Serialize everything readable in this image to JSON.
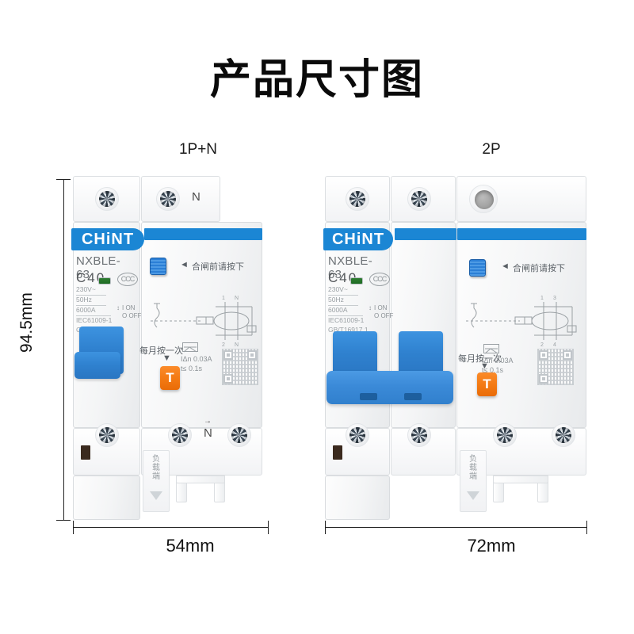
{
  "page": {
    "title": "产品尺寸图",
    "background": "#ffffff"
  },
  "colors": {
    "brand_blue": "#1b86d4",
    "lever_blue": "#2f81cf",
    "test_orange": "#f37912",
    "indicator_green": "#2f7d32",
    "text_dark": "#0a0a0a"
  },
  "dimensions": {
    "height_label": "94.5mm",
    "left_width_label": "54mm",
    "right_width_label": "72mm"
  },
  "products": [
    {
      "variant_label": "1P+N",
      "brand": "CHiNT",
      "model": "NXBLE-63",
      "rating": "C40",
      "cert": "CCC",
      "specs": [
        "230V~",
        "50Hz",
        "6000A",
        "IEC61009-1",
        "GB/T16917.1"
      ],
      "onoff": [
        "I ON",
        "O OFF"
      ],
      "press_note": "合闸前请按下",
      "monthly_note": "每月按一次",
      "test_button": "T",
      "residual_current": "IΔn 0.03A",
      "trip_time": "t≤ 0.1s",
      "load_side": "负载端",
      "top_terminal_mark": "N",
      "bottom_terminal_mark": "N",
      "schematic_marks": [
        "1",
        "N",
        "2",
        "N"
      ]
    },
    {
      "variant_label": "2P",
      "brand": "CHiNT",
      "model": "NXBLE-63",
      "rating": "C40",
      "cert": "CCC",
      "specs": [
        "230V~",
        "50Hz",
        "6000A",
        "IEC61009-1",
        "GB/T16917.1"
      ],
      "onoff": [
        "I ON",
        "O OFF"
      ],
      "press_note": "合闸前请按下",
      "monthly_note": "每月按一次",
      "test_button": "T",
      "residual_current": "IΔn 0.03A",
      "trip_time": "t≤ 0.1s",
      "load_side": "负载端",
      "schematic_marks": [
        "1",
        "3",
        "2",
        "4"
      ]
    }
  ]
}
